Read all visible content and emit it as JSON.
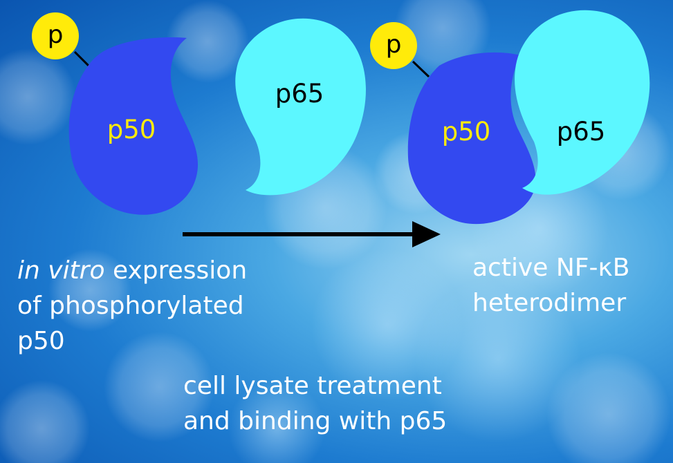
{
  "colors": {
    "p50_fill": "#3349f0",
    "p65_fill": "#5cf7ff",
    "phosphate_fill": "#ffeb0a",
    "p50_label": "#ffeb0a",
    "p65_label": "#000000",
    "arrow": "#000000",
    "caption_text": "#ffffff"
  },
  "left": {
    "phosphate_label": "p",
    "p50_label": "p50",
    "p65_label": "p65"
  },
  "right": {
    "phosphate_label": "p",
    "p50_label": "p50",
    "p65_label": "p65"
  },
  "captions": {
    "left_italic": "in vitro",
    "left_line1_rest": " expression",
    "left_line2": "of phosphorylated",
    "left_line3": "p50",
    "middle_line1": "cell lysate treatment",
    "middle_line2": "and binding with p65",
    "right_line1": "active NF-κB",
    "right_line2": "heterodimer"
  }
}
